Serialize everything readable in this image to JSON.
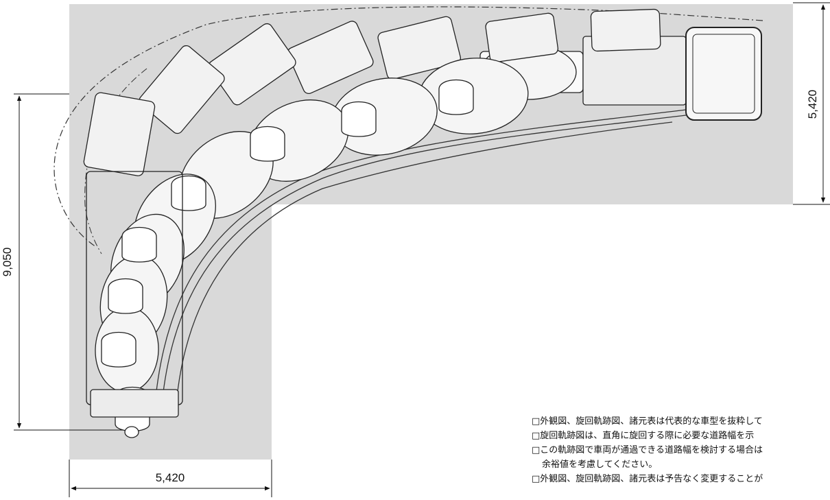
{
  "dimensions": {
    "bottom_width": "5,420",
    "right_height": "5,420",
    "left_height": "9,050"
  },
  "notes": [
    "□外観図、旋回軌跡図、諸元表は代表的な車型を抜粋して",
    "□旋回軌跡図は、直角に旋回する際に必要な道路幅を示",
    "□この軌跡図で車両が通過できる道路幅を検討する場合は",
    "余裕値を考慮してください。",
    "□外観図、旋回軌跡図、諸元表は予告なく変更することが"
  ],
  "colors": {
    "road_area": "#d9d9d9",
    "line": "#222222",
    "drum": "#f5f5f5"
  }
}
